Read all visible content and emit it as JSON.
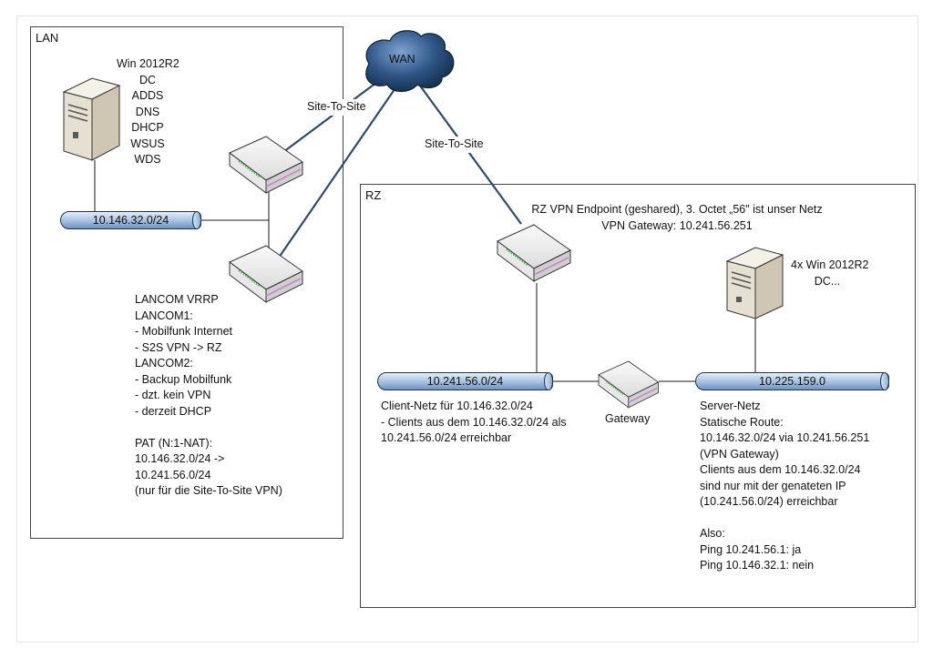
{
  "lan": {
    "title": "LAN",
    "server_lines": [
      "Win 2012R2",
      "DC",
      "ADDS",
      "DNS",
      "DHCP",
      "WSUS",
      "WDS"
    ],
    "subnet": "10.146.32.0/24",
    "lancom_notes": [
      "LANCOM VRRP",
      "LANCOM1:",
      "- Mobilfunk Internet",
      "- S2S VPN -> RZ",
      "LANCOM2:",
      "- Backup Mobilfunk",
      "- dzt. kein VPN",
      "- derzeit DHCP",
      "",
      "PAT (N:1-NAT):",
      "10.146.32.0/24 ->",
      "10.241.56.0/24",
      "(nur für die Site-To-Site VPN)"
    ]
  },
  "wan": {
    "label": "WAN",
    "site_to_site_left": "Site-To-Site",
    "site_to_site_right": "Site-To-Site"
  },
  "rz": {
    "title": "RZ",
    "endpoint_line1": "RZ VPN Endpoint (geshared), 3. Octet „56\" ist unser Netz",
    "endpoint_line2": "VPN Gateway: 10.241.56.251",
    "client_subnet": "10.241.56.0/24",
    "client_notes": [
      "Client-Netz für 10.146.32.0/24",
      "- Clients aus dem 10.146.32.0/24 als",
      "10.241.56.0/24 erreichbar"
    ],
    "gateway_label": "Gateway",
    "server_subnet": "10.225.159.0",
    "server_lines": [
      "4x Win 2012R2",
      "DC..."
    ],
    "server_notes": [
      "Server-Netz",
      "Statische Route:",
      "10.146.32.0/24 via 10.241.56.251",
      "(VPN Gateway)",
      "Clients aus dem 10.146.32.0/24",
      "sind nur mit der genateten IP",
      "(10.241.56.0/24) erreichbar",
      "",
      "Also:",
      "Ping 10.241.56.1: ja",
      "Ping 10.146.32.1: nein"
    ]
  },
  "colors": {
    "vpn_link": "#2c4a74",
    "cloud_dark": "#1f3f66",
    "cloud_light": "#6f95c6",
    "router_body": "#efefef",
    "router_stripe": "#c47cc8",
    "router_led": "#45b045"
  },
  "icons": [
    "server-icon",
    "router-icon",
    "cloud-icon"
  ]
}
